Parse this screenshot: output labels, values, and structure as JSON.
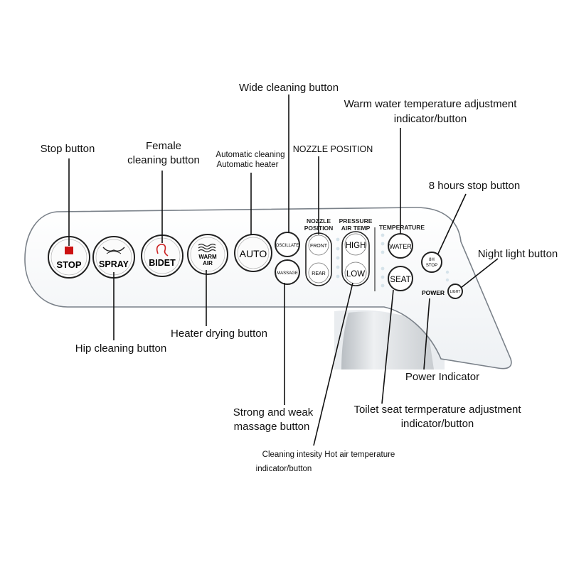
{
  "callouts": {
    "stop": "Stop button",
    "female_1": "Female",
    "female_2": "cleaning button",
    "auto_1": "Automatic cleaning",
    "auto_2": "Automatic heater",
    "wide": "Wide cleaning button",
    "nozzle": "NOZZLE POSITION",
    "warm_water_1": "Warm water temperature adjustment",
    "warm_water_2": "indicator/button",
    "eight_hours": "8 hours stop button",
    "night_light": "Night light button",
    "hip": "Hip cleaning button",
    "heater_drying": "Heater drying button",
    "power_indicator": "Power Indicator",
    "massage_1": "Strong and weak",
    "massage_2": "massage button",
    "seat_temp_1": "Toilet seat termperature adjustment",
    "seat_temp_2": "indicator/button",
    "intensity_1": "Cleaning intesity Hot air temperature",
    "intensity_2": "indicator/button"
  },
  "panel": {
    "stop": "STOP",
    "spray": "SPRAY",
    "bidet": "BIDET",
    "warm_1": "WARM",
    "warm_2": "AIR",
    "auto": "AUTO",
    "oscillate": "OSCILLATE",
    "massage": "MASSAGE",
    "nozzle_hdr_1": "NOZZLE",
    "nozzle_hdr_2": "POSITION",
    "front": "FRONT",
    "rear": "REAR",
    "pressure_hdr_1": "PRESSURE",
    "pressure_hdr_2": "AIR TEMP",
    "high": "HIGH",
    "low": "LOW",
    "temperature_hdr": "TEMPERATURE",
    "water": "WATER",
    "seat": "SEAT",
    "stop8_1": "8H",
    "stop8_2": "STOP",
    "power": "POWER",
    "light": "LIGHT"
  },
  "colors": {
    "stop_square": "#cc1111",
    "bidet_icon": "#cc2222"
  }
}
